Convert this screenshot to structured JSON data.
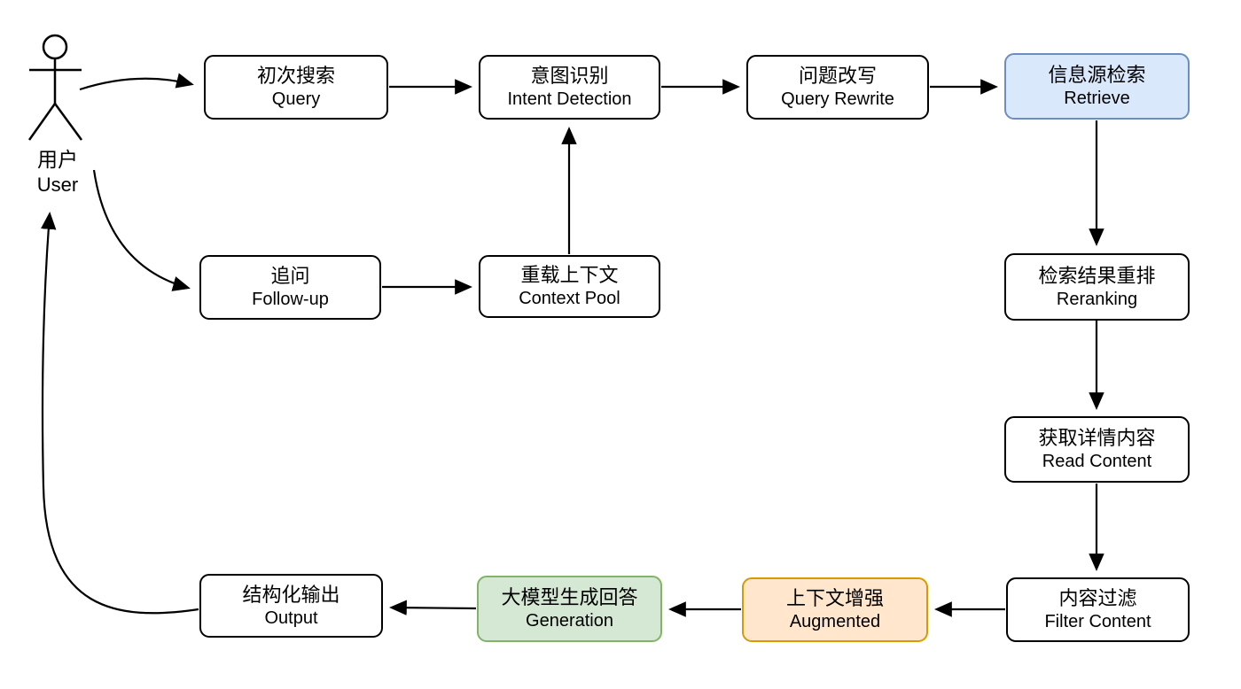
{
  "actor": {
    "zh": "用户",
    "en": "User"
  },
  "nodes": [
    {
      "id": "query",
      "zh": "初次搜索",
      "en": "Query",
      "fill": "#ffffff",
      "stroke": "#000000"
    },
    {
      "id": "intent",
      "zh": "意图识别",
      "en": "Intent Detection",
      "fill": "#ffffff",
      "stroke": "#000000"
    },
    {
      "id": "rewrite",
      "zh": "问题改写",
      "en": "Query Rewrite",
      "fill": "#ffffff",
      "stroke": "#000000"
    },
    {
      "id": "retrieve",
      "zh": "信息源检索",
      "en": "Retrieve",
      "fill": "#dae8fc",
      "stroke": "#6c8ebf"
    },
    {
      "id": "followup",
      "zh": "追问",
      "en": "Follow-up",
      "fill": "#ffffff",
      "stroke": "#000000"
    },
    {
      "id": "context",
      "zh": "重载上下文",
      "en": "Context Pool",
      "fill": "#ffffff",
      "stroke": "#000000"
    },
    {
      "id": "rerank",
      "zh": "检索结果重排",
      "en": "Reranking",
      "fill": "#ffffff",
      "stroke": "#000000"
    },
    {
      "id": "read",
      "zh": "获取详情内容",
      "en": "Read Content",
      "fill": "#ffffff",
      "stroke": "#000000"
    },
    {
      "id": "filter",
      "zh": "内容过滤",
      "en": "Filter Content",
      "fill": "#ffffff",
      "stroke": "#000000"
    },
    {
      "id": "augment",
      "zh": "上下文增强",
      "en": "Augmented",
      "fill": "#ffe6cc",
      "stroke": "#d79b00"
    },
    {
      "id": "generate",
      "zh": "大模型生成回答",
      "en": "Generation",
      "fill": "#d5e8d4",
      "stroke": "#82b366"
    },
    {
      "id": "output",
      "zh": "结构化输出",
      "en": "Output",
      "fill": "#ffffff",
      "stroke": "#000000"
    }
  ],
  "edges": [
    {
      "from": "user",
      "to": "query"
    },
    {
      "from": "query",
      "to": "intent"
    },
    {
      "from": "intent",
      "to": "rewrite"
    },
    {
      "from": "rewrite",
      "to": "retrieve"
    },
    {
      "from": "user",
      "to": "followup"
    },
    {
      "from": "followup",
      "to": "context"
    },
    {
      "from": "context",
      "to": "intent"
    },
    {
      "from": "retrieve",
      "to": "rerank"
    },
    {
      "from": "rerank",
      "to": "read"
    },
    {
      "from": "read",
      "to": "filter"
    },
    {
      "from": "filter",
      "to": "augment"
    },
    {
      "from": "augment",
      "to": "generate"
    },
    {
      "from": "generate",
      "to": "output"
    },
    {
      "from": "output",
      "to": "user"
    }
  ],
  "colors": {
    "line": "#000000",
    "background": "#ffffff"
  }
}
